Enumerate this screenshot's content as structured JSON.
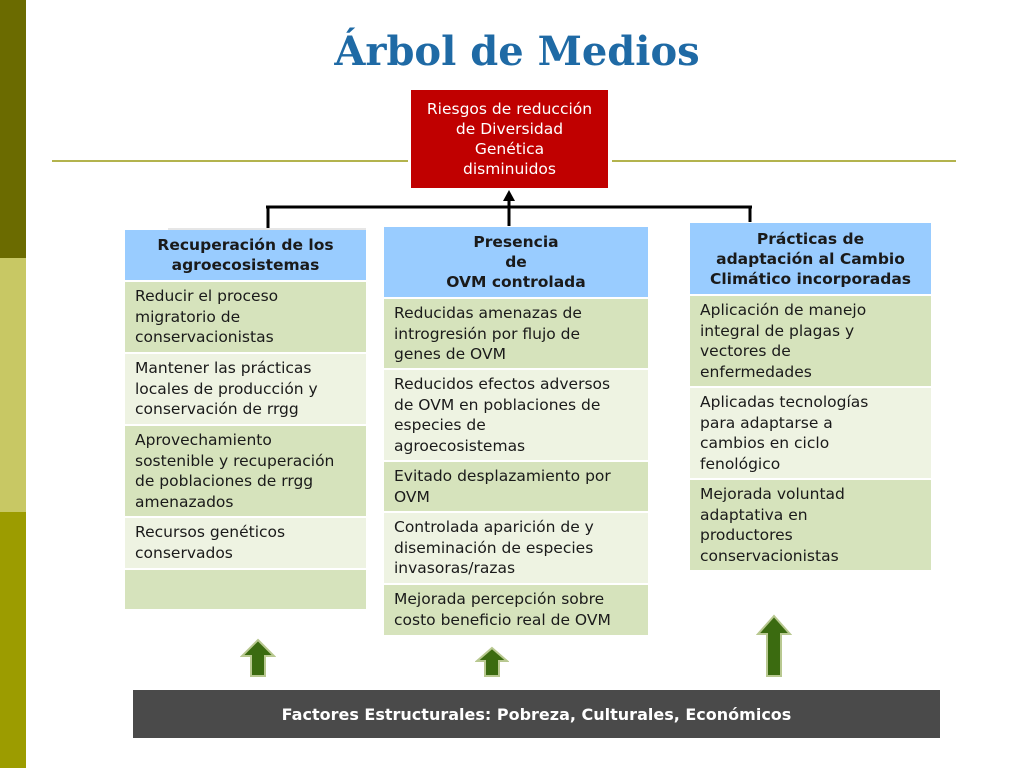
{
  "title": "Árbol de Medios",
  "root": {
    "lines": [
      "Riesgos de reducción",
      "de Diversidad",
      "Genética",
      "disminuidos"
    ]
  },
  "columns": [
    {
      "header": [
        "Recuperación de los",
        "agroecosistemas"
      ],
      "items": [
        [
          "Reducir el proceso",
          "migratorio de",
          "conservacionistas"
        ],
        [
          "Mantener las prácticas",
          "locales de producción y",
          "conservación de rrgg"
        ],
        [
          "Aprovechamiento",
          "sostenible y recuperación",
          "de poblaciones de rrgg",
          "amenazados"
        ],
        [
          "Recursos genéticos",
          "conservados"
        ],
        []
      ]
    },
    {
      "header": [
        "Presencia",
        "de",
        "OVM controlada"
      ],
      "items": [
        [
          "Reducidas amenazas de",
          "introgresión por flujo de",
          "genes de OVM"
        ],
        [
          "Reducidos efectos adversos",
          "de OVM en poblaciones de",
          "especies de",
          "agroecosistemas"
        ],
        [
          "Evitado desplazamiento por",
          "OVM"
        ],
        [
          "Controlada aparición de y",
          "diseminación de especies",
          "invasoras/razas"
        ],
        [
          "Mejorada percepción sobre",
          "costo beneficio real de OVM"
        ]
      ]
    },
    {
      "header": [
        "Prácticas de",
        "adaptación al Cambio",
        "Climático incorporadas"
      ],
      "items": [
        [
          "Aplicación de manejo",
          "integral de plagas y",
          "vectores de",
          "enfermedades"
        ],
        [
          "Aplicadas tecnologías",
          "para adaptarse a",
          "cambios en ciclo",
          "fenológico"
        ],
        [
          "Mejorada voluntad",
          "adaptativa en",
          "productores",
          "conservacionistas"
        ]
      ]
    }
  ],
  "base": {
    "label": "Factores Estructurales: Pobreza, Culturales, Económicos"
  },
  "colors": {
    "title": "#1f6aa5",
    "root_bg": "#c00000",
    "header_bg": "#99ccff",
    "item_green": "#d6e3bc",
    "item_light": "#eef3e2",
    "base_bg": "#4a4a4a",
    "arrow_fill": "#3b6b10",
    "arrow_edge": "#b8c890"
  }
}
